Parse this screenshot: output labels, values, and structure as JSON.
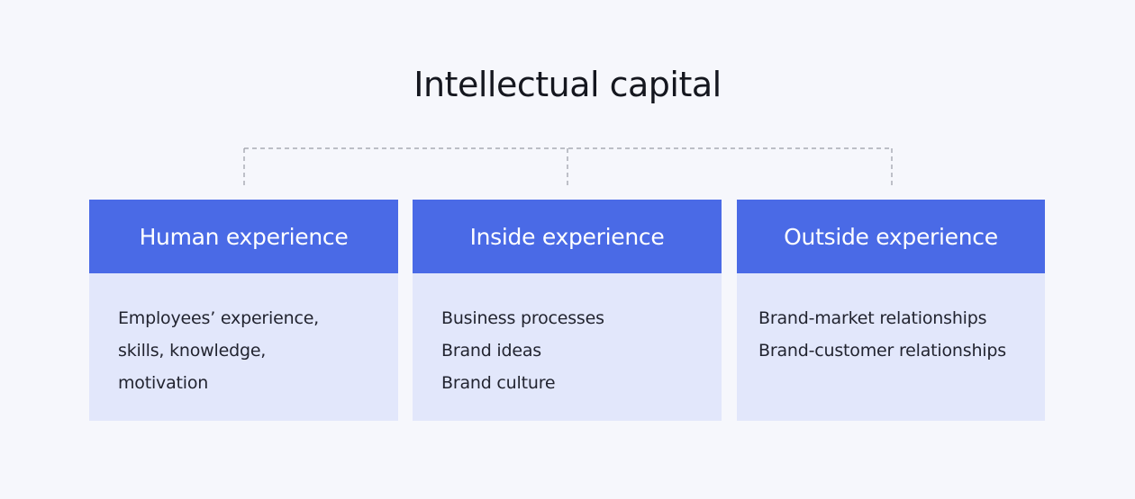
{
  "title": "Intellectual capital",
  "colors": {
    "header": "#4a6ae6",
    "body": "#e2e7fb",
    "background": "#f6f7fc"
  },
  "columns": [
    {
      "heading": "Human experience",
      "items": [
        "Employees’ experience,",
        "skills, knowledge,",
        "motivation"
      ]
    },
    {
      "heading": "Inside experience",
      "items": [
        "Business processes",
        "Brand ideas",
        "Brand culture"
      ]
    },
    {
      "heading": "Outside experience",
      "items": [
        "Brand-market relationships",
        "Brand-customer relationships"
      ]
    }
  ]
}
